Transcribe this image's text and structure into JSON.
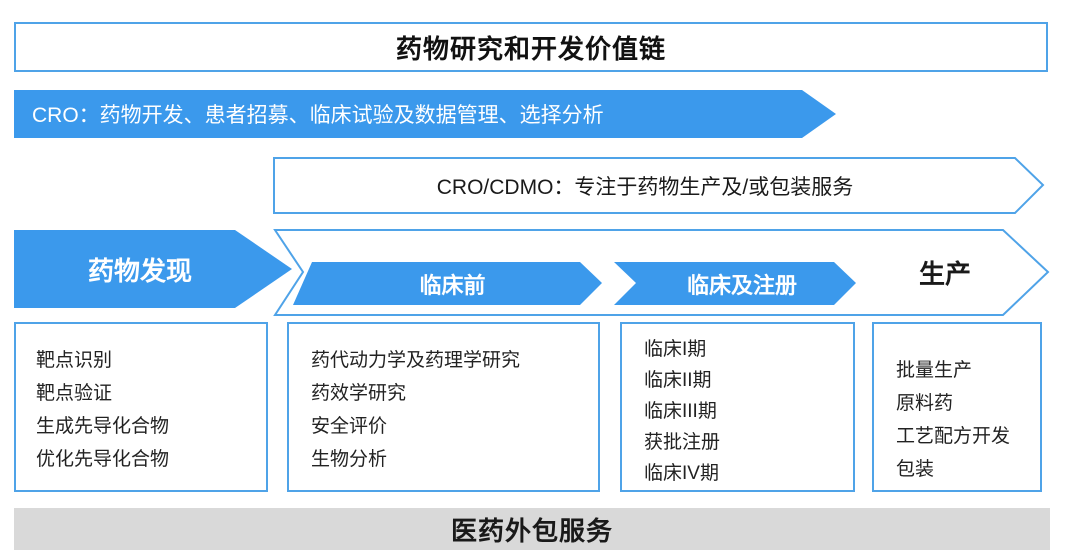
{
  "title": "药物研究和开发价值链",
  "banners": {
    "cro": "CRO：药物开发、患者招募、临床试验及数据管理、选择分析",
    "cdmo": "CRO/CDMO：专注于药物生产及/或包装服务"
  },
  "stages": [
    {
      "label": "药物发现",
      "items": [
        "靶点识别",
        "靶点验证",
        "生成先导化合物",
        "优化先导化合物"
      ]
    },
    {
      "label": "临床前",
      "items": [
        "药代动力学及药理学研究",
        "药效学研究",
        "安全评价",
        "生物分析"
      ]
    },
    {
      "label": "临床及注册",
      "items": [
        "临床I期",
        "临床II期",
        "临床III期",
        "获批注册",
        "临床IV期"
      ]
    },
    {
      "label": "生产",
      "items": [
        "批量生产",
        "原料药",
        "工艺配方开发",
        "包装"
      ]
    }
  ],
  "footer": "医药外包服务",
  "colors": {
    "arrow_blue": "#3b99ec",
    "border_blue": "#4FA3E8",
    "footer_gray": "#d9d9d9"
  }
}
